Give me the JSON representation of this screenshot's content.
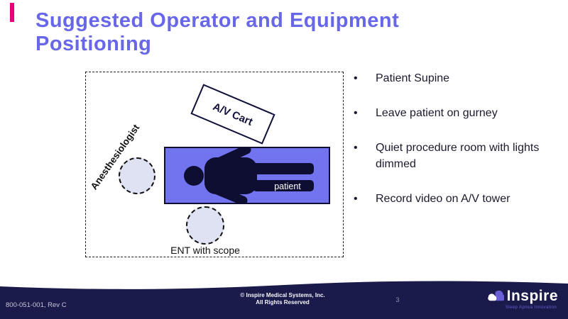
{
  "title": "Suggested Operator and Equipment Positioning",
  "diagram": {
    "av_cart_label": "A/V Cart",
    "anesthesiologist_label": "Anesthesiologist",
    "patient_label": "patient",
    "ent_label": "ENT with scope"
  },
  "bullets": [
    "Patient Supine",
    "Leave patient on gurney",
    "Quiet procedure room with lights dimmed",
    "Record video on A/V tower"
  ],
  "footer": {
    "doc_number": "800-051-001, Rev C",
    "copyright_line1": "© Inspire Medical Systems, Inc.",
    "copyright_line2": "All Rights Reserved",
    "page_number": "3",
    "logo_text": "Inspire",
    "logo_tagline": "Sleep Apnea Innovation"
  },
  "colors": {
    "title_blue": "#6767e8",
    "accent_pink": "#e6007e",
    "dark_navy": "#0e0e33",
    "gurney_fill": "#7273ee",
    "circle_fill": "#dfe2f2",
    "footer_bg": "#1a1a4b",
    "logo_purple": "#6a5fd6"
  }
}
